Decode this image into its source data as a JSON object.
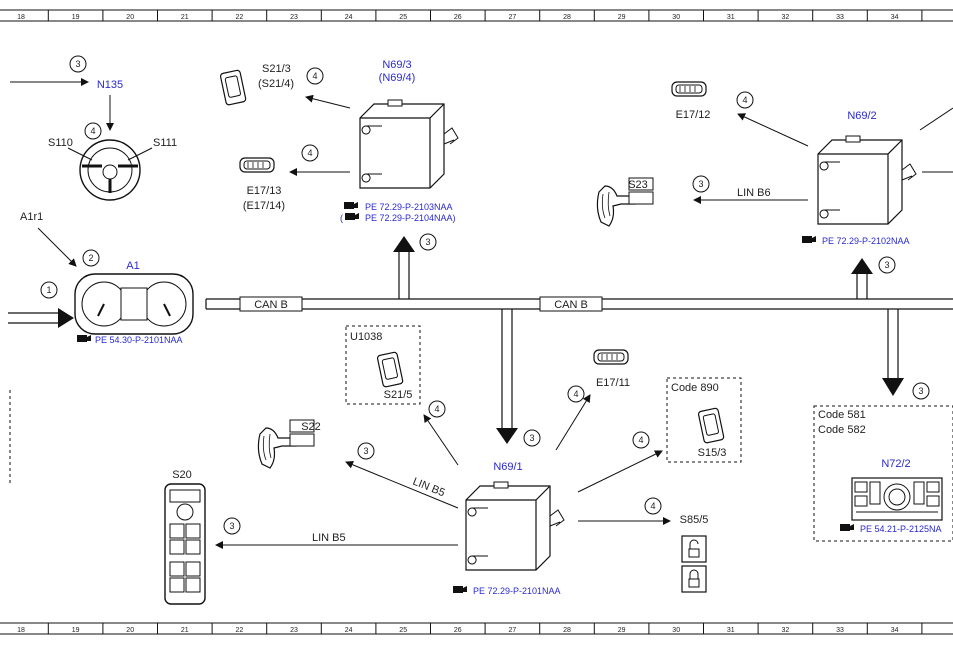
{
  "ruler": {
    "numbers": [
      "18",
      "19",
      "20",
      "21",
      "22",
      "23",
      "24",
      "25",
      "26",
      "27",
      "28",
      "29",
      "30",
      "31",
      "32",
      "33",
      "34"
    ]
  },
  "bus": {
    "can_left": "CAN B",
    "can_right": "CAN B"
  },
  "lin": {
    "b6": "LIN B6",
    "b5_diag": "LIN B5",
    "b5_horiz": "LIN B5"
  },
  "labels": {
    "n135": "N135",
    "s110": "S110",
    "s111": "S111",
    "a1r1": "A1r1",
    "a1": "A1",
    "s21_3": "S21/3",
    "s21_4": "(S21/4)",
    "e17_13": "E17/13",
    "e17_14": "(E17/14)",
    "n69_3": "N69/3",
    "n69_4": "(N69/4)",
    "e17_12": "E17/12",
    "n69_2": "N69/2",
    "s23": "S23",
    "u1038": "U1038",
    "s21_5": "S21/5",
    "s22": "S22",
    "s20": "S20",
    "n69_1": "N69/1",
    "e17_11": "E17/11",
    "code890": "Code 890",
    "s15_3": "S15/3",
    "s85_5": "S85/5",
    "code581": "Code 581",
    "code582": "Code 582",
    "n72_2": "N72/2"
  },
  "refs": {
    "a1": "PE 54.30-P-2101NAA",
    "n69_3a": "PE 72.29-P-2103NAA",
    "n69_3b": "PE 72.29-P-2104NAA)",
    "n69_3b_paren": "(",
    "n69_2": "PE 72.29-P-2102NAA",
    "n69_1": "PE 72.29-P-2101NAA",
    "n72_2": "PE 54.21-P-2125NA"
  },
  "circles": {
    "c1": "1",
    "c2": "2",
    "c3": "3",
    "c4": "4"
  },
  "icons": [
    "book-reference-icon",
    "steering-wheel-icon",
    "instrument-cluster-icon",
    "control-unit-icon",
    "switch-icon",
    "lamp-icon",
    "seat-switch-icon",
    "lock-icon",
    "unlock-icon",
    "window-switch-panel-icon"
  ]
}
